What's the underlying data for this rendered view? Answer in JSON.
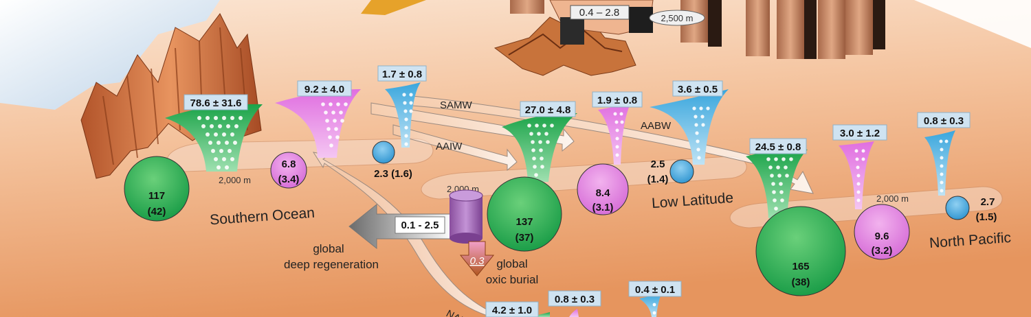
{
  "colors": {
    "sea_top": "#fbeee6",
    "sea_bottom": "#e0864a",
    "green": "#22a650",
    "pink": "#dd78dc",
    "blue": "#3fa8de",
    "label_box": "#cfe3f1",
    "rock": "#c96a3a",
    "burial": "#b07ac6"
  },
  "top": {
    "shelf_flux": "0.4 – 2.8",
    "shelf_depth": "2,500 m"
  },
  "southern_ocean": {
    "name": "Southern Ocean",
    "depth": "2,000 m",
    "green_flux": "78.6 ± 31.6",
    "pink_flux": "9.2 ± 4.0",
    "blue_flux": "1.7 ± 0.8",
    "green_pool": [
      "117",
      "(42)"
    ],
    "pink_pool": [
      "6.8",
      "(3.4)"
    ],
    "blue_pool": "2.3 (1.6)"
  },
  "low_latitude": {
    "name": "Low Latitude",
    "depth": "2,000 m",
    "green_flux": "27.0 ± 4.8",
    "pink_flux": "1.9 ± 0.8",
    "blue_flux": "3.6 ± 0.5",
    "green_pool": [
      "137",
      "(37)"
    ],
    "pink_pool": [
      "8.4",
      "(3.1)"
    ],
    "blue_pool": [
      "2.5",
      "(1.4)"
    ]
  },
  "north_pacific": {
    "name": "North Pacific",
    "depth": "2,000 m",
    "green_flux": "24.5 ± 0.8",
    "pink_flux": "3.0 ± 1.2",
    "blue_flux": "0.8 ± 0.3",
    "green_pool": [
      "165",
      "(38)"
    ],
    "pink_pool": [
      "9.6",
      "(3.2)"
    ],
    "blue_pool": [
      "2.7",
      "(1.5)"
    ]
  },
  "north_atlantic": {
    "green_flux": "4.2 ± 1.0",
    "pink_flux": "0.8 ± 0.3",
    "blue_flux": "0.4 ± 0.1"
  },
  "water_masses": {
    "samw": "SAMW",
    "aaiw": "AAIW",
    "aabw": "AABW",
    "nadw": "NADW"
  },
  "sinks": {
    "regeneration_flux": "0.1 - 2.5",
    "regeneration_label": [
      "global",
      "deep regeneration"
    ],
    "burial_flux": "0.3",
    "burial_label": [
      "global",
      "oxic burial"
    ]
  }
}
